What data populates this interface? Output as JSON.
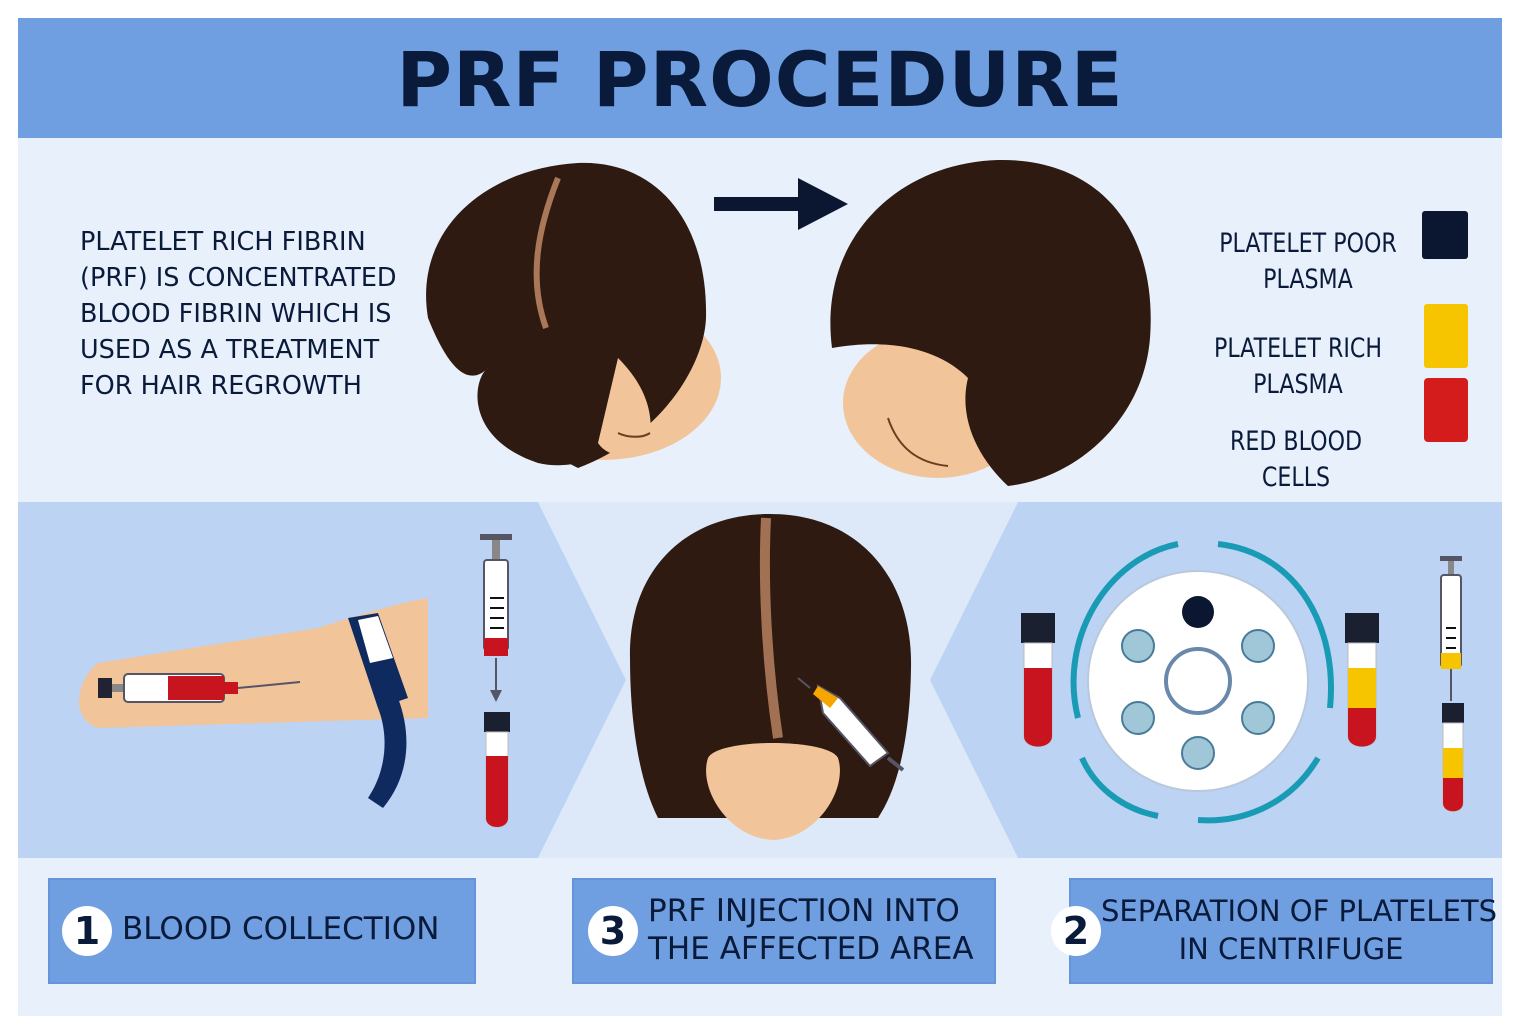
{
  "header": {
    "title": "PRF PROCEDURE"
  },
  "intro": {
    "lines": [
      "PLATELET RICH FIBRIN",
      "(PRF) IS CONCENTRATED",
      "BLOOD FIBRIN WHICH IS",
      "USED AS A TREATMENT",
      "FOR HAIR REGROWTH"
    ]
  },
  "legend": {
    "items": [
      {
        "lines": [
          "PLATELET POOR",
          "PLASMA"
        ],
        "color": "#0b1730"
      },
      {
        "lines": [
          "PLATELET RICH",
          "PLASMA"
        ],
        "color": "#f7c500"
      },
      {
        "lines": [
          "RED BLOOD",
          "CELLS"
        ],
        "color": "#d41c1c"
      }
    ]
  },
  "steps": [
    {
      "number": "1",
      "lines": [
        "BLOOD COLLECTION"
      ]
    },
    {
      "number": "3",
      "lines": [
        "PRF INJECTION INTO",
        "THE AFFECTED AREA"
      ]
    },
    {
      "number": "2",
      "lines": [
        "SEPARATION OF PLATELETS",
        "IN CENTRIFUGE"
      ]
    }
  ],
  "colors": {
    "header_bg": "#6f9fe0",
    "panel_bg": "#e7f0fb",
    "band_bg": "#c9dcf6",
    "title_text": "#0a1a3a",
    "hair": "#2e1a10",
    "skin": "#f2c49a",
    "blood": "#c8141e",
    "tourniquet": "#0f2a5e",
    "centrifuge_arrow": "#1a9bb5"
  },
  "icons": [
    "arrow-right-icon",
    "syringe-icon",
    "test-tube-icon",
    "centrifuge-icon",
    "down-arrow-icon"
  ]
}
